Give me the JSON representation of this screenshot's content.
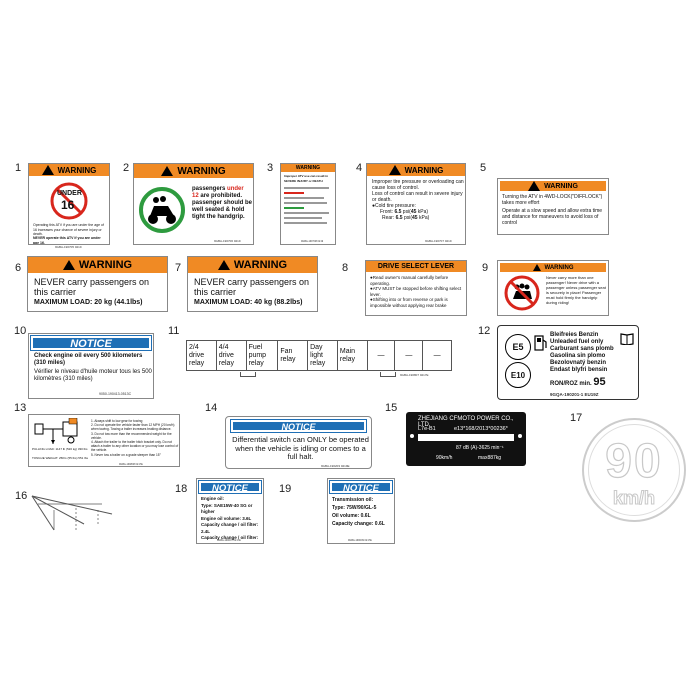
{
  "numbers": [
    "1",
    "2",
    "3",
    "4",
    "5",
    "6",
    "7",
    "8",
    "9",
    "10",
    "11",
    "12",
    "13",
    "14",
    "15",
    "16",
    "17",
    "18",
    "19"
  ],
  "l1": {
    "header": "WARNING",
    "badge_top": "UNDER",
    "badge_num": "16",
    "text1": "Operating this ATV if you are under the age of 16 increases your chance of severe injury or death.",
    "text2": "NEVER operate this ATV if you are under age 16.",
    "code": "9GBA-190705   0219"
  },
  "l2": {
    "header": "WARNING",
    "line1a": "passengers ",
    "line1b": "under",
    "line2a": "12",
    "line2b": " are prohibited.",
    "line3": "passenger should be well seated & hold tight the handgrip.",
    "code": "9GBA-190706   0219"
  },
  "l3": {
    "header": "WARNING",
    "title": "Improper ATV use can result in SEVERE INJURY or DEATH",
    "code": "9GBA-190708   0219"
  },
  "l4": {
    "header": "WARNING",
    "line1": "Improper tire pressure or overloading can cause loss of control.",
    "line2": "Loss of control can result in severe injury or death.",
    "line3": "●Cold tire pressure:",
    "front_label": "Front:",
    "front_val": "6.5",
    "front_unit": " psi(",
    "front_kpa": "45",
    "front_kpa_unit": " kPa)",
    "rear_label": "Rear:",
    "rear_val": "6.5",
    "rear_unit": " psi(",
    "rear_kpa": "45",
    "rear_kpa_unit": " kPa)",
    "code": "9GBA-190707   0219"
  },
  "l5": {
    "header": "WARNING",
    "line1": "Turning the ATV in 4WD-LOCK(\"DIFFLOCK\") takes more effort",
    "line2": "Operate at a slow speed and allow extra time and distance for maneuvers to avoid loss of control"
  },
  "l6": {
    "header": "WARNING",
    "line1": "NEVER carry passengers on this carrier",
    "max_label": "MAXIMUM LOAD:",
    "max_val": " 20 kg (44.1lbs)"
  },
  "l7": {
    "header": "WARNING",
    "line1": "NEVER carry passengers on this carrier",
    "max_label": "MAXIMUM LOAD:",
    "max_val": " 40 kg (88.2lbs)"
  },
  "l8": {
    "header": "DRIVE SELECT LEVER",
    "b1": "●Read owner's manual carefully before operating.",
    "b2": "●ATV MUST be stopped before shifting select lever.",
    "b3": "●Shifting into or from reverse or park is impossible without applying rear brake"
  },
  "l9": {
    "header": "WARNING",
    "text": "Never carry more than one passenger! Never drive with a passenger unless passenger seat is securely in place! Passenger must hold firmly the handgrip during riding!"
  },
  "l10": {
    "header": "NOTICE",
    "line1": "Check engine oil every 500 kilometers (310 miles)",
    "line2": "Vérifier le niveau d'huile moteur tous les 500 kilomètres (310 miles)",
    "code": "9050-190413-0513C"
  },
  "l11": {
    "cells": [
      "2/4 drive relay",
      "4/4 drive relay",
      "Fuel pump relay",
      "Fan relay",
      "Day light relay",
      "Main relay",
      "",
      "",
      ""
    ],
    "code": "9GBA-190807   0217E"
  },
  "l12": {
    "e5": "E5",
    "e10": "E10",
    "text": "Bleifreies Benzin Unleaded fuel only Carburant sans plomb Gasolina sin plomo Bezolovnatý benzin Endast blyfri bensin",
    "ron_label": "RON/ROZ min.",
    "ron_val": "95",
    "code": "9GQA-190201-1   EU19Z"
  },
  "l13": {
    "pulling_load": "PULLING LOAD:",
    "pulling_val": "1147 lb (520 kg) 330 lbs",
    "tongue_label": "TONGUE WEIGHT:",
    "tongue_val": "25KG (55 lbs) 551 lbs",
    "r1": "1. Always shift to low gear for towing",
    "r2": "2. Do not operate the vehicle faster than 12 MPH (20 km/h) when towing. Towing a trailer increases braking distance.",
    "r3": "3. Do not tow more than the recommended weight for the vehicle.",
    "r4": "4. Attach the trailer to the trailer hitch bracket only. Do not attach a trailer to any other location or you may lose control of the vehicle.",
    "r5": "5. Never tow a trailer on a grade steeper than 15°",
    "code": "9GBA-190808   0217E"
  },
  "l14": {
    "header": "NOTICE",
    "text": "Differential switch can ONLY be operated when the vehicle is idling or comes to a full halt.",
    "code": "9GBA-190203   0219E"
  },
  "l15": {
    "title": "ZHEJIANG CFMOTO POWER CO., LTD.",
    "model": "L7e-B1",
    "approval": "e13*168/2013*00236*",
    "noise": "87 dB (A)-3625 min⁻¹",
    "speed": "90km/h",
    "mass": "max887kg"
  },
  "l17": {
    "num": "90",
    "unit": "km/h"
  },
  "l18": {
    "header": "NOTICE",
    "l1": "Engine oil:",
    "l2": "Type: SAE15W-40 SG or higher",
    "l3": "Engine oil volume:  3.6L",
    "l4": "Capacity change / oil filter: 2.4L",
    "l5": "Capacity change / oil filter: 3.5L",
    "code": "9GBA-190007   0217E"
  },
  "l19": {
    "header": "NOTICE",
    "l1": "Transmission oil:",
    "l2": "Type: 75W/90/GL-5",
    "l3": "Oil volume:  0.6L",
    "l4": "Capacity change: 0.6L",
    "code": "9GBA-190009   0217E"
  },
  "colors": {
    "warning_orange": "#f08a24",
    "notice_blue": "#1f6fb5",
    "prohibit_red": "#d8261c",
    "safe_green": "#2e9b3f"
  }
}
